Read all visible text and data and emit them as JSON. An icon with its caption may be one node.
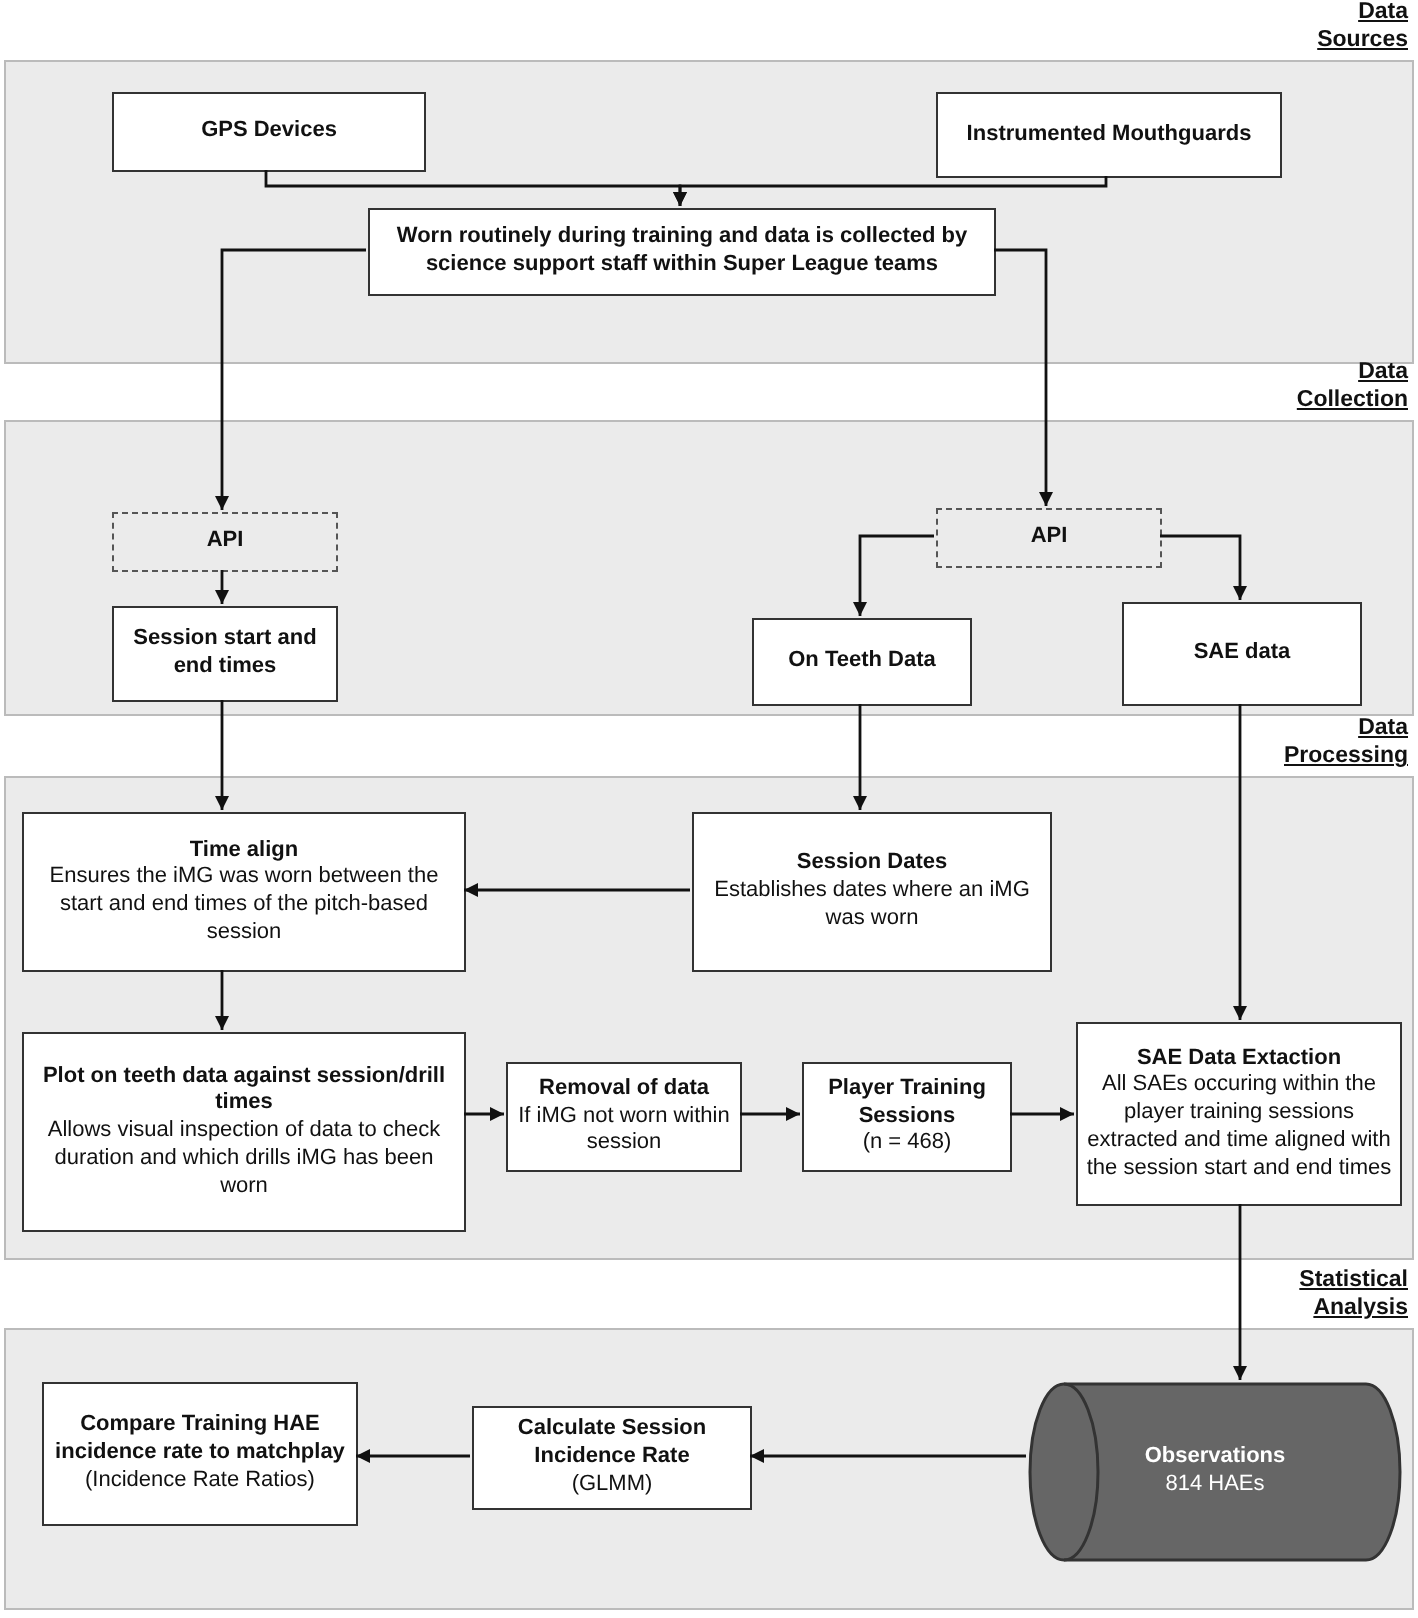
{
  "diagram": {
    "nodes": [
      {
        "text": [
          "Data Sources"
        ]
      },
      {
        "text": [
          "GPS Devices"
        ],
        "in": 0
      },
      {
        "text": [
          "Instrumented Mouthguards"
        ],
        "in": 0
      },
      {
        "text": [
          "Worn routinely during training and data is collected by science support staff within Super League teams"
        ],
        "in": 0
      },
      {
        "text": [
          "Data Collection"
        ]
      },
      {
        "text": [
          "API"
        ],
        "in": 4
      },
      {
        "text": [
          "API"
        ],
        "in": 4
      },
      {
        "text": [
          "Session start and end times"
        ],
        "in": 4
      },
      {
        "text": [
          "On Teeth Data"
        ],
        "in": 4
      },
      {
        "text": [
          "SAE data"
        ],
        "in": 4
      },
      {
        "text": [
          "Data Processing"
        ]
      },
      {
        "text": [
          "Time align",
          "Ensures the iMG was worn between the start and end times of the pitch-based session"
        ],
        "in": 10
      },
      {
        "text": [
          "Session Dates",
          "Establishes dates where an iMG was worn"
        ],
        "in": 10
      },
      {
        "text": [
          "Plot on teeth data against session/drill times",
          "Allows visual inspection of data to check duration and which drills iMG has been worn"
        ],
        "in": 10
      },
      {
        "text": [
          "Removal of data",
          "If iMG not worn within session"
        ],
        "in": 10
      },
      {
        "text": [
          "Player Training Sessions",
          "(n = 468)"
        ],
        "in": 10
      },
      {
        "text": [
          "SAE Data Extaction",
          "All SAEs occuring within the player training sessions extracted and time aligned with the session start and end times"
        ],
        "in": 10
      },
      {
        "text": [
          "Statistical Analysis"
        ]
      },
      {
        "text": [
          "Compare Training HAE incidence rate to matchplay",
          "(Incidence Rate Ratios)"
        ],
        "in": 17
      },
      {
        "text": [
          "Calculate Session Incidence Rate",
          "(GLMM)"
        ],
        "in": 17
      },
      {
        "text": [
          "Observations",
          "814 HAEs"
        ],
        "in": 17
      }
    ],
    "edges": [
      {
        "from": 1,
        "to": 3,
        "arrow": "to"
      },
      {
        "from": 2,
        "to": 3,
        "arrow": "to"
      },
      {
        "from": 3,
        "to": 5,
        "arrow": "to"
      },
      {
        "from": 3,
        "to": 6,
        "arrow": "to"
      },
      {
        "from": 5,
        "to": 7,
        "arrow": "to"
      },
      {
        "from": 6,
        "to": 8,
        "arrow": "to"
      },
      {
        "from": 6,
        "to": 9,
        "arrow": "to"
      },
      {
        "from": 7,
        "to": 11,
        "arrow": "to"
      },
      {
        "from": 8,
        "to": 12,
        "arrow": "to"
      },
      {
        "from": 12,
        "to": 11,
        "arrow": "to"
      },
      {
        "from": 11,
        "to": 13,
        "arrow": "to"
      },
      {
        "from": 13,
        "to": 14,
        "arrow": "to"
      },
      {
        "from": 14,
        "to": 15,
        "arrow": "to"
      },
      {
        "from": 15,
        "to": 16,
        "arrow": "to"
      },
      {
        "from": 9,
        "to": 16,
        "arrow": "to"
      },
      {
        "from": 16,
        "to": 20,
        "arrow": "to"
      },
      {
        "from": 20,
        "to": 19,
        "arrow": "to"
      },
      {
        "from": 19,
        "to": 18,
        "arrow": "to"
      }
    ]
  }
}
